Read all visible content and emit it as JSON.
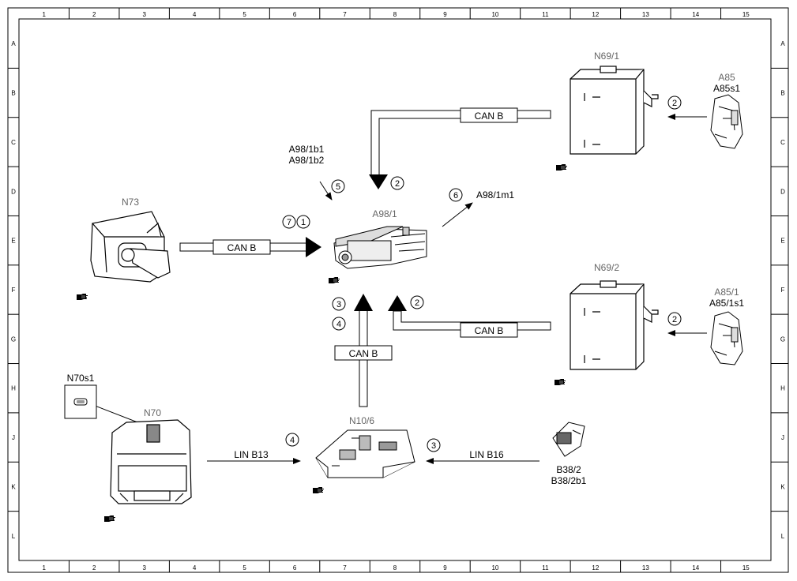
{
  "grid": {
    "columns": [
      "1",
      "2",
      "3",
      "4",
      "5",
      "6",
      "7",
      "8",
      "9",
      "10",
      "11",
      "12",
      "13",
      "14",
      "15"
    ],
    "rows": [
      "A",
      "B",
      "C",
      "D",
      "E",
      "F",
      "G",
      "H",
      "J",
      "K",
      "L"
    ]
  },
  "components": {
    "n73": "N73",
    "a98_1": "A98/1",
    "a98_1b1": "A98/1b1",
    "a98_1b2": "A98/1b2",
    "a98_1m1": "A98/1m1",
    "n69_1": "N69/1",
    "n69_2": "N69/2",
    "a85": "A85",
    "a85s1": "A85s1",
    "a85_1": "A85/1",
    "a85_1s1": "A85/1s1",
    "n70s1": "N70s1",
    "n70": "N70",
    "n10_6": "N10/6",
    "b38_2": "B38/2",
    "b38_2b1": "B38/2b1"
  },
  "buses": {
    "can_n73": "CAN B",
    "can_n69_1": "CAN B",
    "can_n69_2": "CAN B",
    "can_n10_6": "CAN B",
    "lin_b13": "LIN B13",
    "lin_b16": "LIN B16"
  },
  "steps": {
    "s7": "7",
    "s1": "1",
    "s5": "5",
    "s6": "6",
    "s2_n69_1": "2",
    "s2_a85": "2",
    "s2_n69_2": "2",
    "s2_a85_1": "2",
    "s3_left": "3",
    "s4_left": "4",
    "s4_lin": "4",
    "s3_lin": "3"
  },
  "icons": [
    "pointing-hand-icon"
  ]
}
